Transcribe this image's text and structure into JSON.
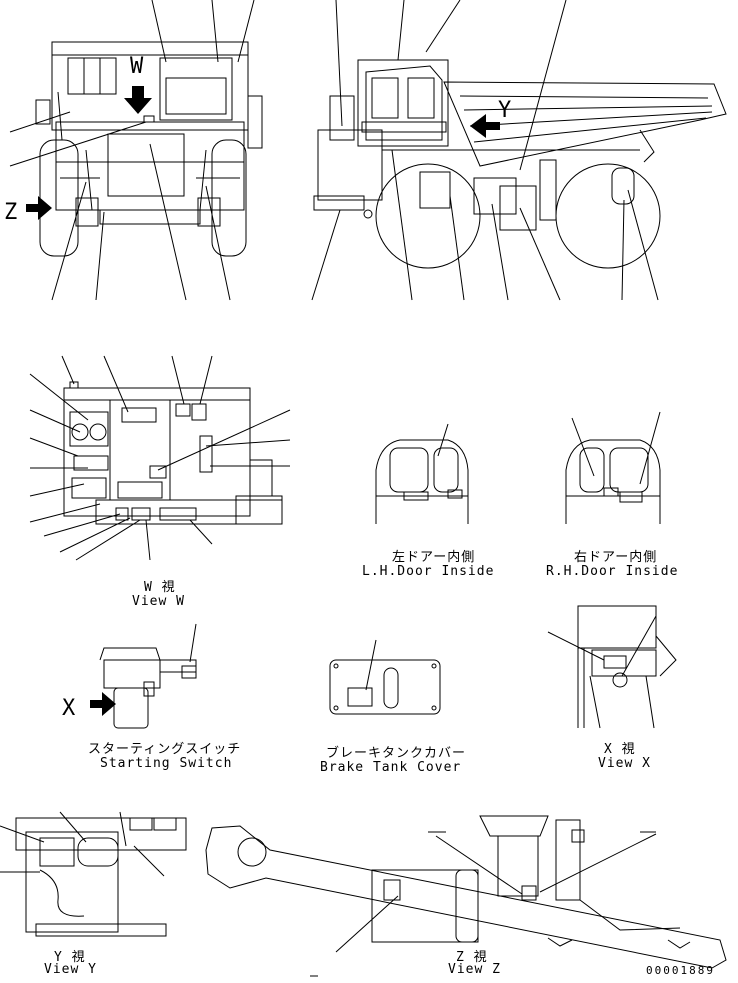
{
  "views": {
    "front_marker": "W",
    "side_marker": "Y",
    "front_left_marker": "Z",
    "starting_switch_marker": "X"
  },
  "captions": {
    "lh_door": {
      "jp": "左ドアー内側",
      "en": "L.H.Door Inside"
    },
    "rh_door": {
      "jp": "右ドアー内側",
      "en": "R.H.Door Inside"
    },
    "view_w": {
      "jp": "W 視",
      "en": "View W"
    },
    "starting_switch": {
      "jp": "スターティングスイッチ",
      "en": "Starting Switch"
    },
    "brake_tank_cover": {
      "jp": "ブレーキタンクカバー",
      "en": "Brake Tank Cover"
    },
    "view_x": {
      "jp": "X 視",
      "en": "View X"
    },
    "view_y": {
      "jp": "Y 視",
      "en": "View Y"
    },
    "view_z": {
      "jp": "Z 視",
      "en": "View Z"
    }
  },
  "part_number": "00001889",
  "colors": {
    "ink": "#000000",
    "paper": "#ffffff"
  }
}
